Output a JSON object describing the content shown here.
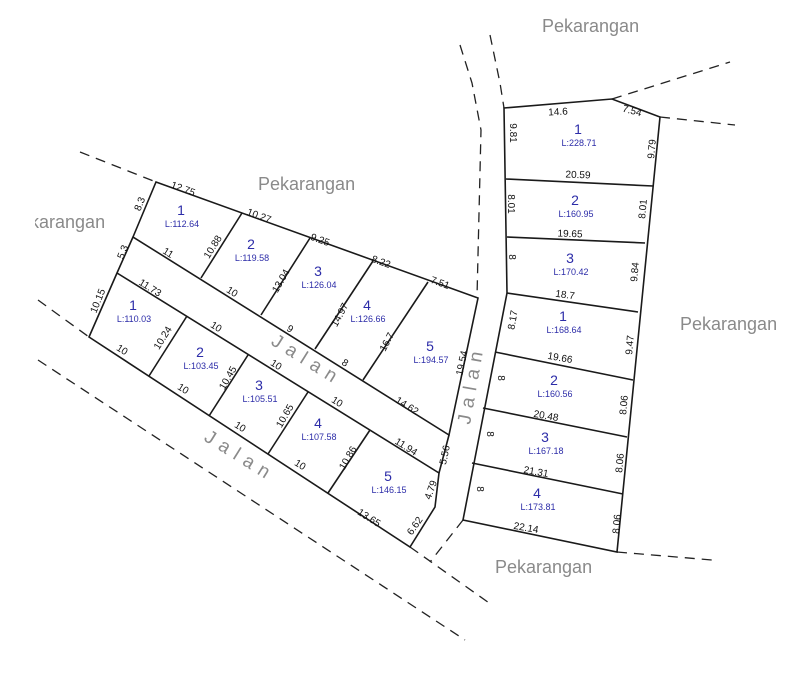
{
  "labels": {
    "pekarangan_top_right": "Pekarangan",
    "pekarangan_top_center": "Pekarangan",
    "pekarangan_left": "Pekarangan",
    "pekarangan_right": "Pekarangan",
    "pekarangan_bottom": "Pekarangan",
    "jalan_diagonal_center": "Jalan",
    "jalan_diagonal_lower": "Jalan",
    "jalan_vertical": "Jalan"
  },
  "upper_block": {
    "lots": [
      {
        "number": "1",
        "area": "L:112.64"
      },
      {
        "number": "2",
        "area": "L:119.58"
      },
      {
        "number": "3",
        "area": "L:126.04"
      },
      {
        "number": "4",
        "area": "L:126.66"
      },
      {
        "number": "5",
        "area": "L:194.57"
      }
    ],
    "dimensions": [
      "12.75",
      "10.27",
      "9.25",
      "8.22",
      "7.51",
      "8.3",
      "5.3",
      "10.15",
      "11",
      "10",
      "9",
      "8",
      "14.62",
      "10.88",
      "13.04",
      "14.97",
      "16.7",
      "19.54"
    ]
  },
  "lower_block": {
    "lots": [
      {
        "number": "1",
        "area": "L:110.03"
      },
      {
        "number": "2",
        "area": "L:103.45"
      },
      {
        "number": "3",
        "area": "L:105.51"
      },
      {
        "number": "4",
        "area": "L:107.58"
      },
      {
        "number": "5",
        "area": "L:146.15"
      }
    ],
    "dimensions": [
      "11.73",
      "10",
      "10",
      "10",
      "11.94",
      "10",
      "10",
      "10",
      "10",
      "13.65",
      "10.24",
      "10.45",
      "10.65",
      "10.86",
      "5.56",
      "4.79",
      "6.62"
    ]
  },
  "right_block": {
    "lots": [
      {
        "number": "1",
        "area": "L:228.71"
      },
      {
        "number": "2",
        "area": "L:160.95"
      },
      {
        "number": "3",
        "area": "L:170.42"
      },
      {
        "number": "1",
        "area": "L:168.64"
      },
      {
        "number": "2",
        "area": "L:160.56"
      },
      {
        "number": "3",
        "area": "L:167.18"
      },
      {
        "number": "4",
        "area": "L:173.81"
      }
    ],
    "dimensions": [
      "14.6",
      "7.54",
      "9.81",
      "9.79",
      "20.59",
      "8.01",
      "8.01",
      "19.65",
      "8",
      "9.84",
      "18.7",
      "8.17",
      "9.47",
      "19.66",
      "8",
      "8.06",
      "20.48",
      "8",
      "8.06",
      "21.31",
      "8",
      "8.06",
      "22.14"
    ]
  },
  "colors": {
    "lot_label": "#2c2ca8",
    "area_label": "#8a8a8a",
    "lines": "#1a1a1a"
  }
}
